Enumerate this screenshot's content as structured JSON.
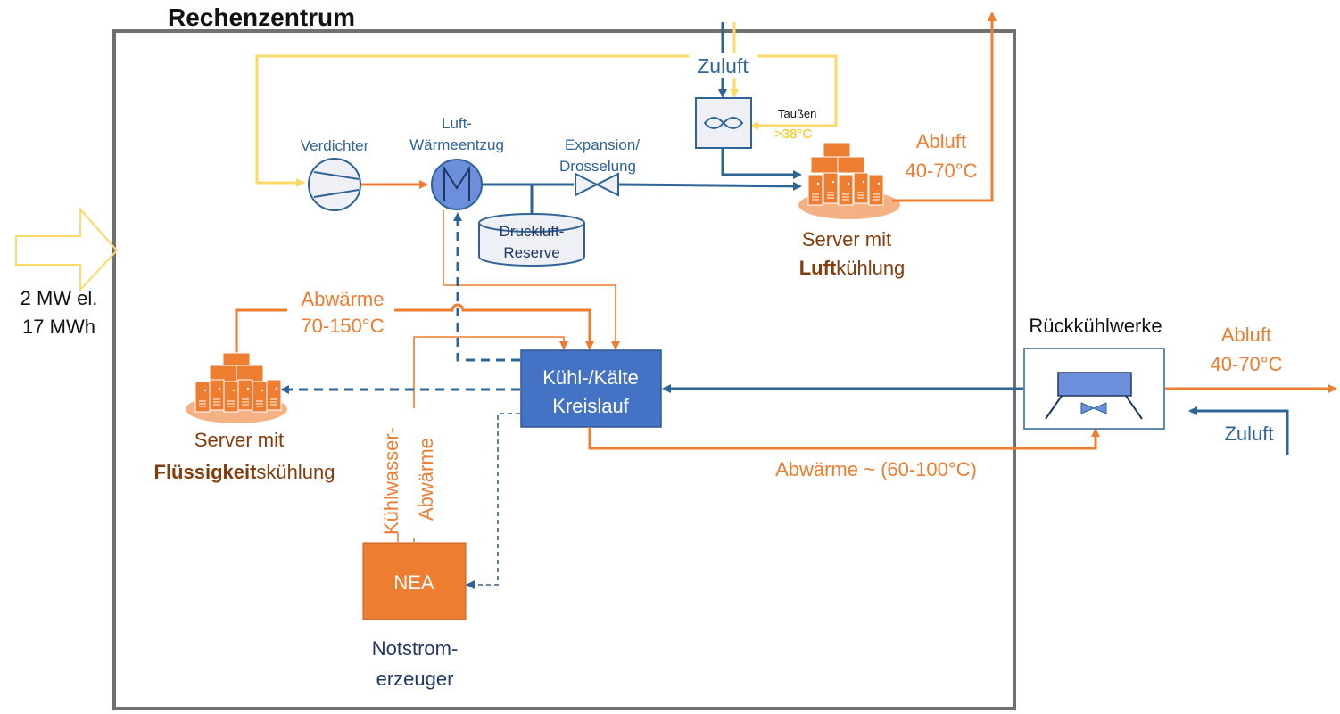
{
  "title": "Rechenzentrum",
  "power_input": {
    "line1": "2 MW el.",
    "line2": "17 MWh"
  },
  "components": {
    "verdichter": "Verdichter",
    "luft_waermeentzug": {
      "line1": "Luft-",
      "line2": "Wärmeentzug"
    },
    "expansion": {
      "line1": "Expansion/",
      "line2": "Drosselung"
    },
    "druckluft_reserve": {
      "line1": "Druckluft-",
      "line2": "Reserve"
    },
    "zuluft_top": "Zuluft",
    "taussen": "Taußen",
    "taussen_value": ">38°C",
    "abluft_top": {
      "line1": "Abluft",
      "line2": "40-70°C"
    },
    "server_luft": {
      "line1": "Server mit",
      "line2_bold": "Luft",
      "line2_rest": "kühlung"
    },
    "abwaerme_left": {
      "line1": "Abwärme",
      "line2": "70-150°C"
    },
    "kreislauf": {
      "line1": "Kühl-/Kälte",
      "line2": "Kreislauf"
    },
    "server_fluessig": {
      "line1": "Server mit",
      "line2_bold": "Flüssigkeit",
      "line2_rest": "skühlung"
    },
    "kuehlwasser": "Kühlwasser-",
    "abwaerme_vertical": "Abwärme",
    "nea": "NEA",
    "notstrom": {
      "line1": "Notstrom-",
      "line2": "erzeuger"
    },
    "rueckkuehlwerke": "Rückkühlwerke",
    "abluft_right": {
      "line1": "Abluft",
      "line2": "40-70°C"
    },
    "zuluft_right": "Zuluft",
    "abwaerme_bottom": "Abwärme ~ (60-100°C)"
  },
  "colors": {
    "orange": "#ED7D31",
    "blue": "#2E6496",
    "box_blue": "#4472C4",
    "yellow": "#FFD966",
    "frame": "#707070",
    "brown": "#843C0C"
  }
}
